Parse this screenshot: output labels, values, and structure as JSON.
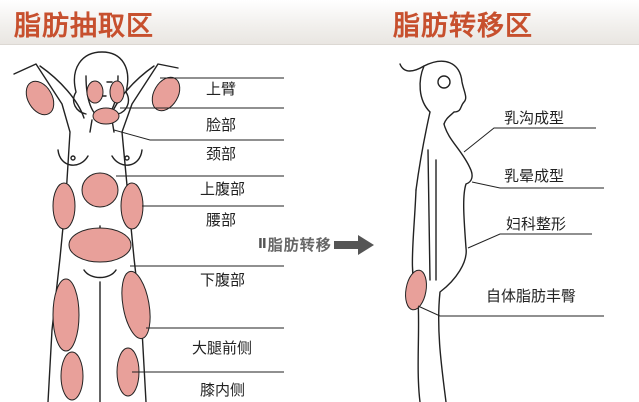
{
  "header": {
    "left_title": "脂肪抽取区",
    "right_title": "脂肪转移区"
  },
  "extraction_labels": {
    "upper_arm": "上臂",
    "face": "脸部",
    "neck": "颈部",
    "upper_abdomen": "上腹部",
    "waist": "腰部",
    "lower_abdomen": "下腹部",
    "front_thigh": "大腿前侧",
    "inner_knee": "膝内侧"
  },
  "transfer_labels": {
    "cleavage": "乳沟成型",
    "areola": "乳晕成型",
    "gynecology": "妇科整形",
    "buttock": "自体脂肪丰臀"
  },
  "arrow": {
    "marker": "II",
    "label": "脂肪转移"
  },
  "colors": {
    "title": "#c7502e",
    "highlight": "#e8a09a",
    "outline": "#222222"
  }
}
